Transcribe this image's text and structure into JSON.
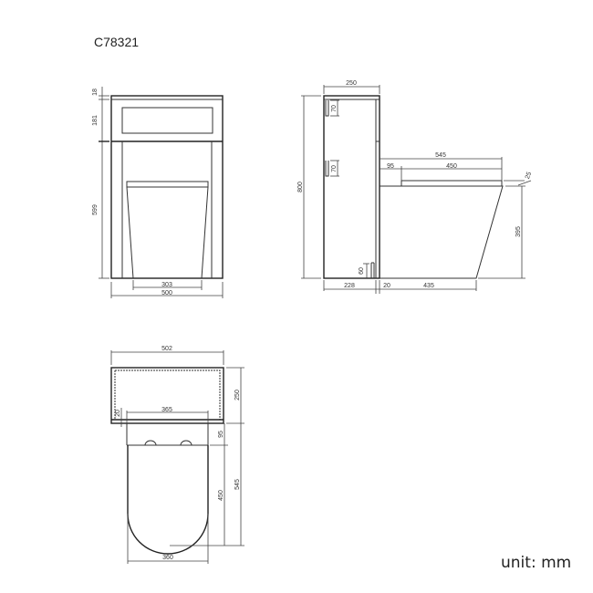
{
  "title": "C78321",
  "unit_label": "unit: mm",
  "front_view": {
    "dims": {
      "top_thickness": "18",
      "panel_height": "181",
      "lower_height": "599",
      "pan_base_width": "303",
      "total_width": "500"
    }
  },
  "side_view": {
    "dims": {
      "unit_depth": "250",
      "total_height": "800",
      "cutout_upper": "70",
      "cutout_lower": "70",
      "cutout_bottom": "60",
      "projection": "545",
      "seat_offset": "95",
      "seat_length": "450",
      "seat_thickness": "25",
      "pan_height": "395",
      "base_depth": "228",
      "panel_gap": "20",
      "pan_base_length": "435"
    }
  },
  "plan_view": {
    "dims": {
      "unit_width": "502",
      "unit_depth": "250",
      "panel_thickness": "20",
      "seat_back_width": "365",
      "hinge_offset": "95",
      "seat_length": "450",
      "total_projection": "545",
      "seat_width": "360"
    }
  }
}
